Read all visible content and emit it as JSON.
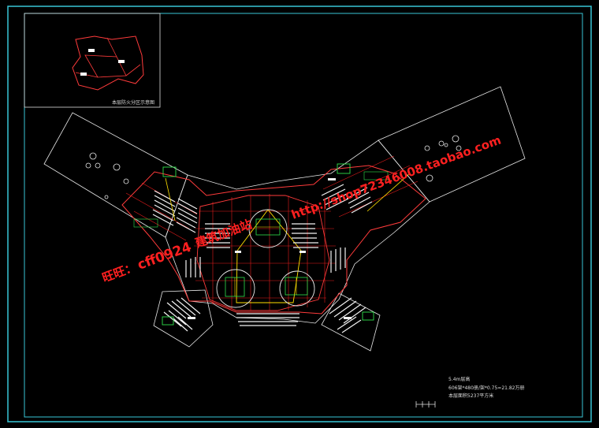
{
  "drawing": {
    "key_plan_caption": "本层防火分区示意图",
    "notes": {
      "line1": "5.4m层高",
      "line2": "606架*480册/架*0.75=21.82万册",
      "line3": "本层面积5237平方米"
    }
  },
  "watermarks": {
    "wangwang": "旺旺：",
    "handle": "cff0924",
    "studio": "建筑加油站",
    "url": "http://shop72346008.taobao.com"
  },
  "colors": {
    "frame": "#39c6d6",
    "outline": "#ff3b3b",
    "grid": "#ff2020",
    "shelving": "#f2f2f2",
    "accent_green": "#2fe04a",
    "accent_yellow": "#ffe000",
    "watermark": "#ff2020"
  }
}
